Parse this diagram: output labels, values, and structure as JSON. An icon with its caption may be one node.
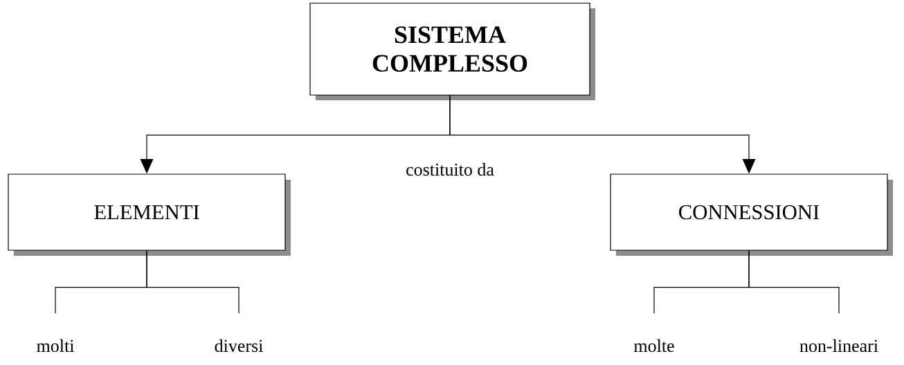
{
  "diagram": {
    "nodes": [
      {
        "text": [
          "**SISTEMA COMPLESSO**"
        ]
      },
      {
        "text": [
          "ELEMENTI"
        ]
      },
      {
        "text": [
          "CONNESSIONI"
        ]
      },
      {
        "text": [
          "molti"
        ]
      },
      {
        "text": [
          "diversi"
        ]
      },
      {
        "text": [
          "molte"
        ]
      },
      {
        "text": [
          "non-lineari"
        ]
      }
    ],
    "edges": [
      {
        "from": 0,
        "to": 1,
        "arrow": "to",
        "label": "costituito da"
      },
      {
        "from": 0,
        "to": 2,
        "arrow": "to"
      },
      {
        "from": 1,
        "to": 3,
        "arrow": "none"
      },
      {
        "from": 1,
        "to": 4,
        "arrow": "none"
      },
      {
        "from": 2,
        "to": 5,
        "arrow": "none"
      },
      {
        "from": 2,
        "to": 6,
        "arrow": "none"
      }
    ]
  }
}
